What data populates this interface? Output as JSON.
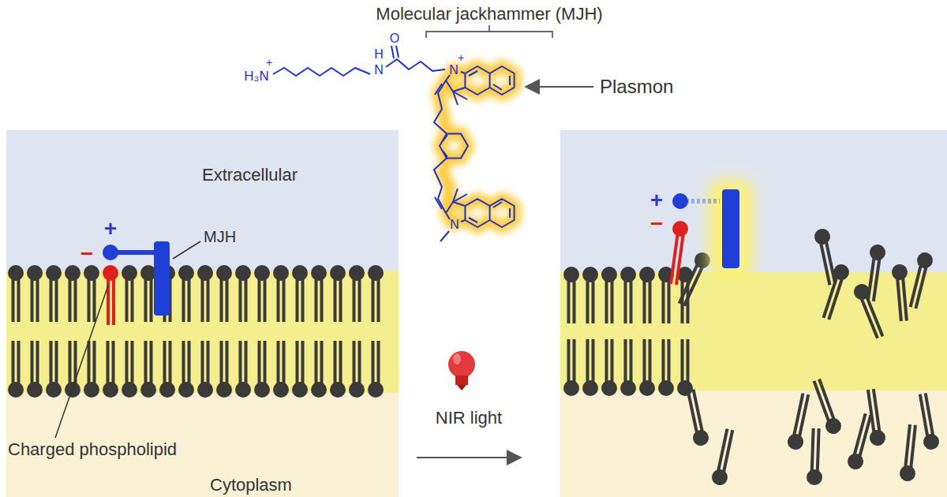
{
  "diagram": {
    "nodes": [
      {
        "text": [
          "Extracellular"
        ]
      },
      {
        "text": [
          "Cytoplasm"
        ]
      }
    ],
    "labels": [
      "Molecular jackhammer (MJH)",
      "H₃N",
      "+",
      "H",
      "O",
      "N",
      "+",
      "N",
      "N",
      "Plasmon",
      "+",
      "−",
      "MJH",
      "Charged phospholipid",
      "NIR light",
      "+",
      "−"
    ]
  }
}
